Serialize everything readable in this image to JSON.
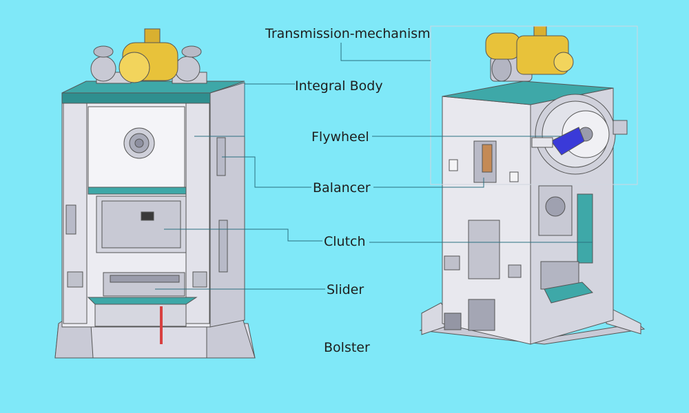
{
  "labels": {
    "transmission": "Transmission-mechanism",
    "integral_body": "Integral Body",
    "flywheel": "Flywheel",
    "balancer": "Balancer",
    "clutch": "Clutch",
    "slider": "Slider",
    "bolster": "Bolster"
  },
  "colors": {
    "background": "#7fe8f8",
    "frame": "#e6e6ec",
    "frame_shadow": "#c9cad6",
    "teal_plate": "#3ea8a8",
    "motor": "#e8c23a",
    "flywheel_bracket": "#3a3ad8",
    "leader_line": "#2a6f80"
  }
}
